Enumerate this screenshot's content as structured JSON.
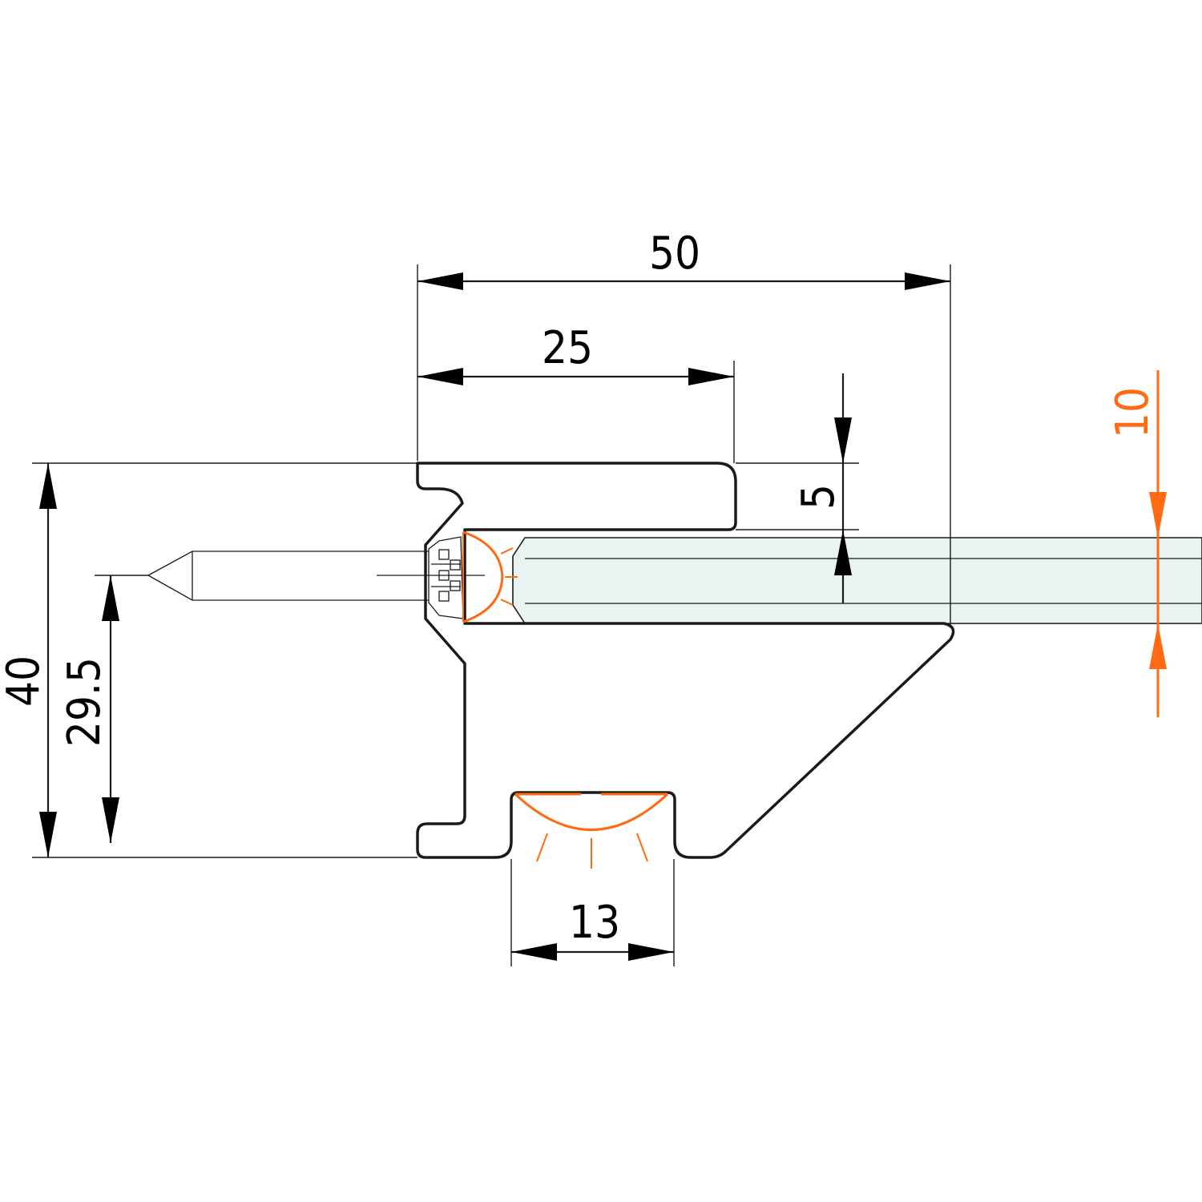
{
  "dimensions": {
    "overall_width": "50",
    "glass_channel_depth": "25",
    "lip_thickness": "5",
    "glass_thickness": "10",
    "overall_height": "40",
    "glass_center_height": "29.5",
    "lower_channel_width": "13"
  },
  "colors": {
    "line": "#1a1a1a",
    "accent": "#ff6a13",
    "glass": "#e9f3f1"
  }
}
